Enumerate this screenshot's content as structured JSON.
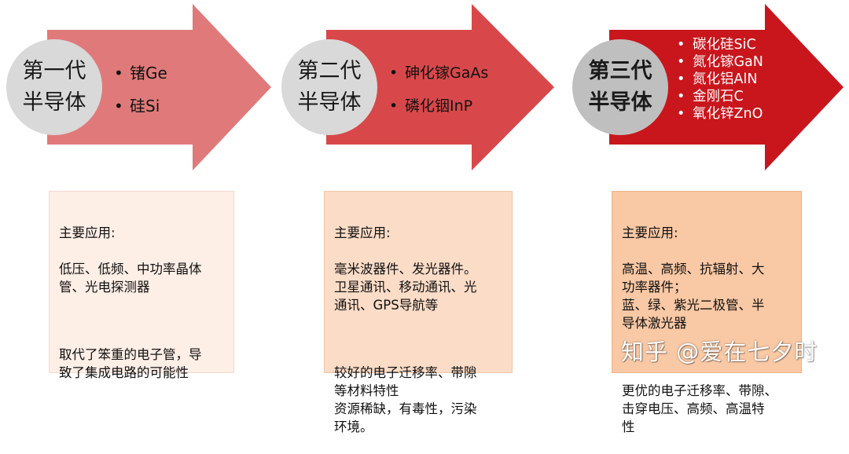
{
  "generations": [
    {
      "title_line1": "第一代",
      "title_line2": "半导体",
      "materials": [
        "锗Ge",
        "硅Si"
      ],
      "app_heading": "主要应用:",
      "app_text": "低压、低频、中功率晶体\n管、光电探测器",
      "feature_text": "取代了笨重的电子管，导\n致了集成电路的可能性",
      "arrow_color": "#e07a7a",
      "circle_color": "#d9d9d9",
      "card_color": "#fdeee6"
    },
    {
      "title_line1": "第二代",
      "title_line2": "半导体",
      "materials": [
        "砷化镓GaAs",
        "磷化铟InP"
      ],
      "app_heading": "主要应用:",
      "app_text": "毫米波器件、发光器件。\n卫星通讯、移动通讯、光\n通讯、GPS导航等",
      "feature_text": "较好的电子迁移率、带隙\n等材料特性\n资源稀缺，有毒性，污染\n环境。",
      "arrow_color": "#d8484a",
      "circle_color": "#d9d9d9",
      "card_color": "#fbdcc7"
    },
    {
      "title_line1": "第三代",
      "title_line2": "半导体",
      "materials": [
        "碳化硅SiC",
        "氮化镓GaN",
        "氮化铝AlN",
        "金刚石C",
        "氧化锌ZnO"
      ],
      "app_heading": "主要应用:",
      "app_text": "高温、高频、抗辐射、大\n功率器件；\n蓝、绿、紫光二极管、半\n导体激光器",
      "feature_text": "更优的电子迁移率、带隙、\n击穿电压、高频、高温特\n性",
      "arrow_color": "#c8161c",
      "circle_color": "#bfbfbf",
      "card_color": "#f9c8a4"
    }
  ],
  "watermark": "知乎 @爱在七夕时"
}
